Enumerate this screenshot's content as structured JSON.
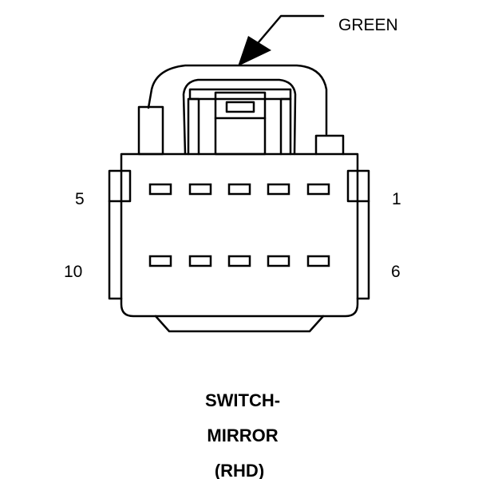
{
  "callout": {
    "label": "GREEN"
  },
  "pins": {
    "top_left": "5",
    "top_right": "1",
    "bottom_left": "10",
    "bottom_right": "6"
  },
  "caption": {
    "line1": "SWITCH-",
    "line2": "MIRROR",
    "line3": "(RHD)"
  },
  "colors": {
    "ink": "#000000",
    "background": "#ffffff"
  }
}
